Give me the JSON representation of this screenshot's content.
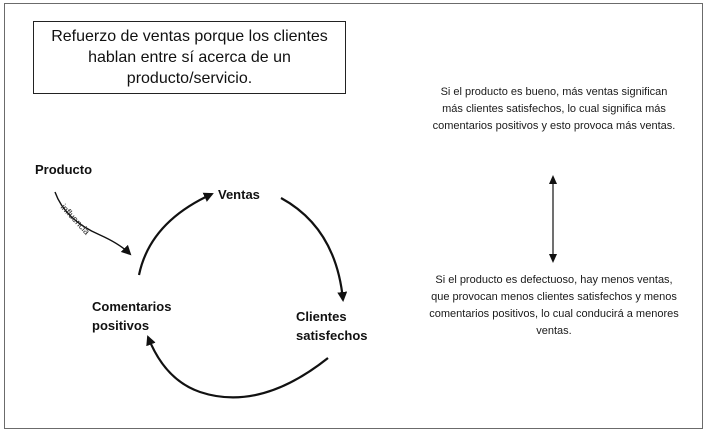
{
  "title": "Refuerzo de ventas porque los clientes hablan entre sí acerca de un producto/servicio.",
  "nodes": {
    "producto": "Producto",
    "ventas": "Ventas",
    "clientes_line1": "Clientes",
    "clientes_line2": "satisfechos",
    "comentarios_line1": "Comentarios",
    "comentarios_line2": "positivos"
  },
  "influence_label": "influencia",
  "notes": {
    "good_product": "Si el producto es bueno, más ventas significan más clientes satisfechos, lo cual significa más comentarios positivos y esto provoca más ventas.",
    "defective_product": "Si el producto es defectuoso, hay menos ventas, que provocan menos clientes satisfechos y menos comentarios positivos, lo cual conducirá a menores ventas."
  },
  "colors": {
    "ink": "#111111",
    "frame_border": "#6b6b6b",
    "background": "#ffffff"
  }
}
